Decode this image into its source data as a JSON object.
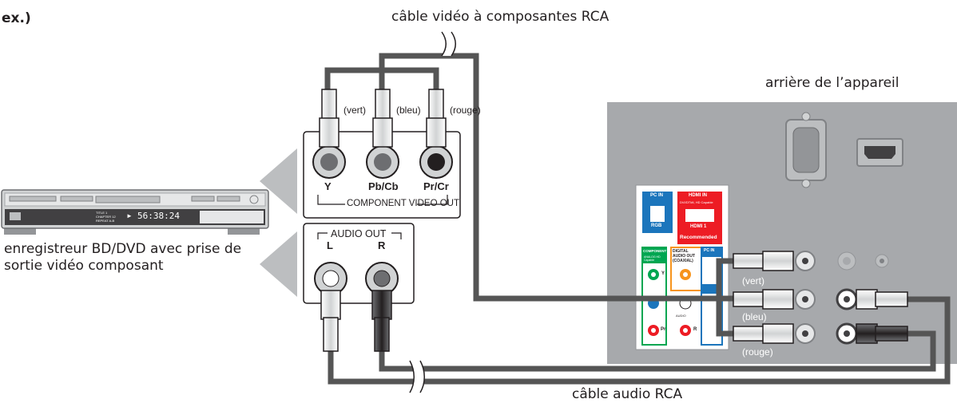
{
  "header": {
    "corner_text": "ex.)"
  },
  "labels": {
    "component_cable": "câble vidéo à composantes RCA",
    "audio_cable": "câble audio RCA",
    "unit_rear": "arrière de l’appareil",
    "recorder": "enregistreur BD/DVD avec prise de sortie vidéo composant"
  },
  "component_out": {
    "title": "COMPONENT VIDEO OUT",
    "jacks": [
      "Y",
      "Pb/Cb",
      "Pr/Cr"
    ],
    "plug_colors": [
      "(vert)",
      "(bleu)",
      "(rouge)"
    ]
  },
  "audio_out": {
    "title": "AUDIO OUT",
    "jacks": [
      "L",
      "R"
    ]
  },
  "panel": {
    "pc_in": "PC IN",
    "rgb": "RGB",
    "hdmi_in": "HDMI IN",
    "hdmi_sub": "DVI/DTMI, HD Capable",
    "hdmi1": "HDMI 1",
    "recommended": "Recommended",
    "component": "COMPONENT",
    "component_sub": "ANALOG HD Capable",
    "digital_audio": "DIGITAL AUDIO OUT (COAXIAL)",
    "pc_in_audio": "PC IN",
    "audio": "AUDIO",
    "jack_y": "Y",
    "jack_pr": "Pr",
    "jack_r": "R",
    "plug_colors": [
      "(vert)",
      "(bleu)",
      "(rouge)"
    ]
  },
  "recorder_display": {
    "info_lines": [
      "TITLE 1",
      "CHAPTER 12",
      "REPEAT A-B"
    ],
    "play_symbol": "►",
    "time": "56:38:24"
  },
  "colors": {
    "cable": "#555555",
    "panel_bg": "#a7a9ac",
    "pc_blue": "#1b75bc",
    "hdmi_red": "#ed1c24",
    "component_green": "#00a651",
    "digital_orange": "#f7941d"
  }
}
